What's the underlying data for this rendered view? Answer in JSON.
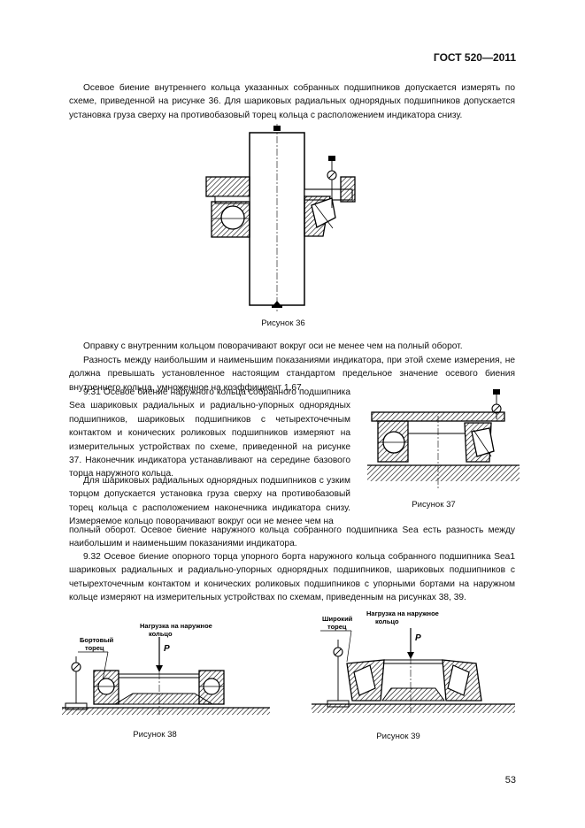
{
  "header": {
    "standard": "ГОСТ 520—2011"
  },
  "paragraphs": {
    "p1": "Осевое биение внутреннего кольца указанных собранных подшипников допускается измерять по схеме, приведенной на рисунке 36. Для шариковых радиальных однорядных подшипников допускается установка груза сверху на противобазовый торец кольца с расположением индикатора снизу.",
    "p2": "Оправку с внутренним кольцом поворачивают вокруг оси не менее чем на полный оборот.",
    "p3": "Разность между наибольшим и наименьшим показаниями индикатора, при этой схеме измерения, не должна превышать установленное настоящим стандартом предельное значение осевого биения внутреннего кольца, умноженное на коэффициент 1,67.",
    "p4": "9.31 Осевое биение наружного кольца собранного подшипника Sea шариковых радиальных и радиально-упорных однорядных подшипников, шариковых подшипников с четырехточечным контактом и конических роликовых подшипников измеряют на измерительных устройствах по схеме, приведенной на рисунке 37. Наконечник индикатора устанавливают на середине базового торца наружного кольца.",
    "p5a": "Для шариковых радиальных однорядных подшипников с узким торцом допускается установка груза сверху на противобазовый торец кольца с расположением наконечника индикатора снизу. Измеряемое кольцо поворачивают вокруг оси не менее чем на",
    "p5b": "полный оборот. Осевое биение наружного кольца собранного подшипника Sea есть разность между наибольшим и наименьшим показаниями индикатора.",
    "p6": "9.32 Осевое биение опорного торца упорного борта наружного кольца собранного подшипника Sea1 шариковых радиальных и радиально-упорных однорядных подшипников, шариковых подшипников с четырехточечным контактом и конических роликовых подшипников с упорными бортами на наружном кольце измеряют на измерительных устройствах по схемам, приведенным на рисунках 38, 39."
  },
  "figures": {
    "fig36": {
      "caption": "Рисунок 36"
    },
    "fig37": {
      "caption": "Рисунок 37"
    },
    "fig38": {
      "caption": "Рисунок 38",
      "label_load": "Нагрузка на наружное кольцо",
      "label_face": "Бортовый торец",
      "load_symbol": "P"
    },
    "fig39": {
      "caption": "Рисунок 39",
      "label_load": "Нагрузка на наружное кольцо",
      "label_face": "Широкий торец",
      "load_symbol": "P"
    }
  },
  "page_number": "53"
}
